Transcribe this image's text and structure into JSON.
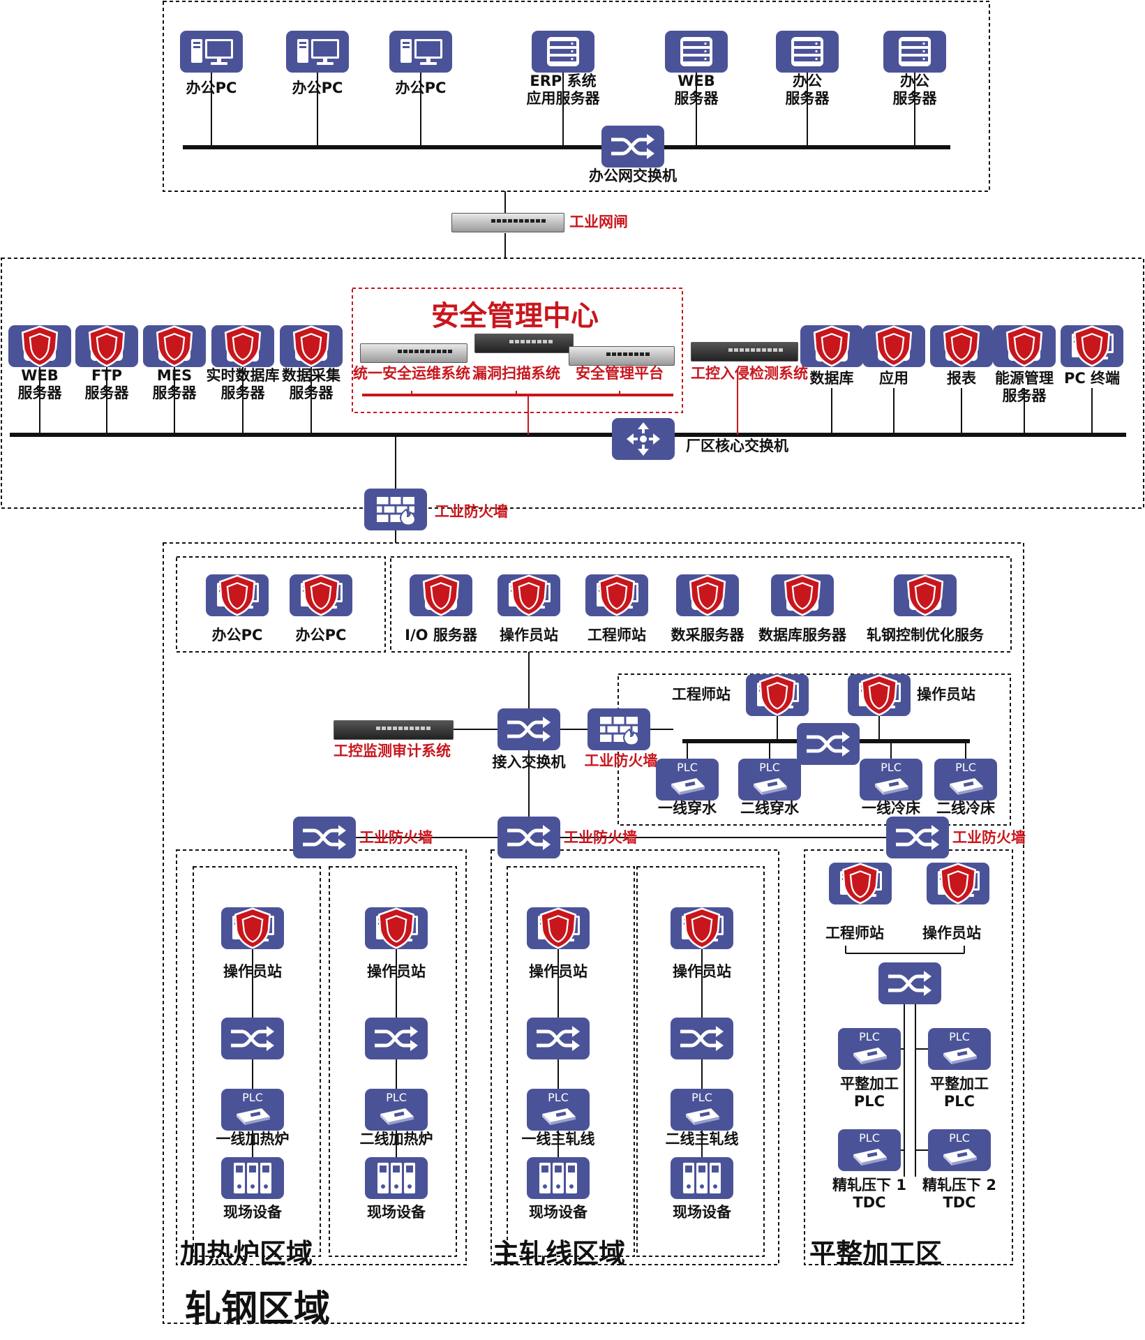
{
  "office_zone": {
    "pcs": [
      "办公PC",
      "办公PC",
      "办公PC"
    ],
    "servers": [
      [
        "ERP 系统",
        "应用服务器"
      ],
      [
        "WEB",
        "服务器"
      ],
      [
        "办公",
        "服务器"
      ],
      [
        "办公",
        "服务器"
      ]
    ],
    "switch_label": "办公网交换机",
    "gap_label": "工业网闸"
  },
  "plant_zone": {
    "left_servers": [
      [
        "WEB",
        "服务器"
      ],
      [
        "FTP",
        "服务器"
      ],
      [
        "MES",
        "服务器"
      ],
      [
        "实时数据库",
        "服务器"
      ],
      [
        "数据采集",
        "服务器"
      ]
    ],
    "soc": {
      "title": "安全管理中心",
      "items": [
        "统一安全运维系统",
        "漏洞扫描系统",
        "安全管理平台"
      ]
    },
    "ids_label": "工控入侵检测系统",
    "right_items": [
      [
        "数据库"
      ],
      [
        "应用"
      ],
      [
        "报表"
      ],
      [
        "能源管理",
        "服务器"
      ],
      [
        "PC 终端"
      ]
    ],
    "core_switch_label": "厂区核心交换机"
  },
  "firewall_label": "工业防火墙",
  "rolling": {
    "title": "轧钢区域",
    "office_pcs": [
      "办公PC",
      "办公PC"
    ],
    "servers": [
      "I/O 服务器",
      "操作员站",
      "工程师站",
      "数采服务器",
      "数据库服务器",
      "轧钢控制优化服务"
    ],
    "audit_label": "工控监测审计系统",
    "access_switch_label": "接入交换机",
    "cooling": {
      "engineer": "工程师站",
      "operator": "操作员站",
      "plcs": [
        "一线穿水",
        "二线穿水",
        "一线冷床",
        "二线冷床"
      ]
    },
    "plc_text": "PLC",
    "lines": [
      {
        "op": "操作员站",
        "plc": "一线加热炉",
        "dev": "现场设备"
      },
      {
        "op": "操作员站",
        "plc": "二线加热炉",
        "dev": "现场设备"
      },
      {
        "op": "操作员站",
        "plc": "一线主轧线",
        "dev": "现场设备"
      },
      {
        "op": "操作员站",
        "plc": "二线主轧线",
        "dev": "现场设备"
      }
    ],
    "areas": [
      "加热炉区域",
      "主轧线区域",
      "平整加工区"
    ],
    "finishing": {
      "engineer": "工程师站",
      "operator": "操作员站",
      "plcs": [
        [
          "平整加工",
          "PLC"
        ],
        [
          "平整加工",
          "PLC"
        ],
        [
          "精轧压下 1",
          "TDC"
        ],
        [
          "精轧压下 2",
          "TDC"
        ]
      ]
    }
  },
  "colors": {
    "icon": "#4b5398",
    "accent": "#c8161d",
    "line": "#111111"
  }
}
